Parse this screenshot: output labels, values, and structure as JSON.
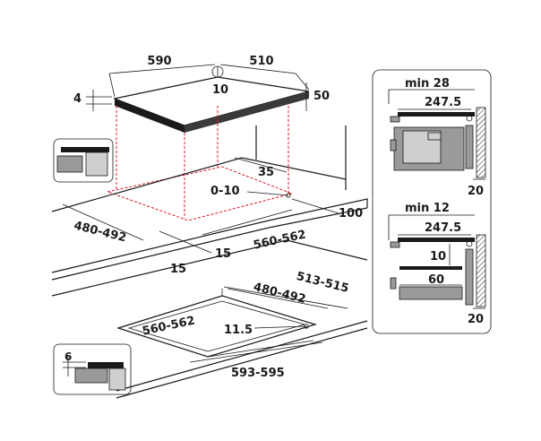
{
  "main_view": {
    "width_590": "590",
    "depth_510": "510",
    "center_10": "10",
    "thickness_4": "4",
    "height_50": "50",
    "dim_35": "35",
    "dim_0_10": "0-10",
    "dim_100": "100",
    "cut_depth": "480-492",
    "dim_15_a": "15",
    "dim_15_b": "15",
    "cut_width": "560-562"
  },
  "flush_view": {
    "depth": "513-515",
    "inner_depth": "480-492",
    "inner_width": "560-562",
    "rebate": "11.5",
    "outer_width": "593-595"
  },
  "detail_top": {
    "min_label": "min 28",
    "offset": "247.5",
    "wall_gap": "20"
  },
  "detail_bottom": {
    "min_label": "min 12",
    "offset": "247.5",
    "gap_10": "10",
    "gap_60": "60",
    "wall_gap": "20"
  },
  "flush_detail": {
    "step": "6"
  }
}
